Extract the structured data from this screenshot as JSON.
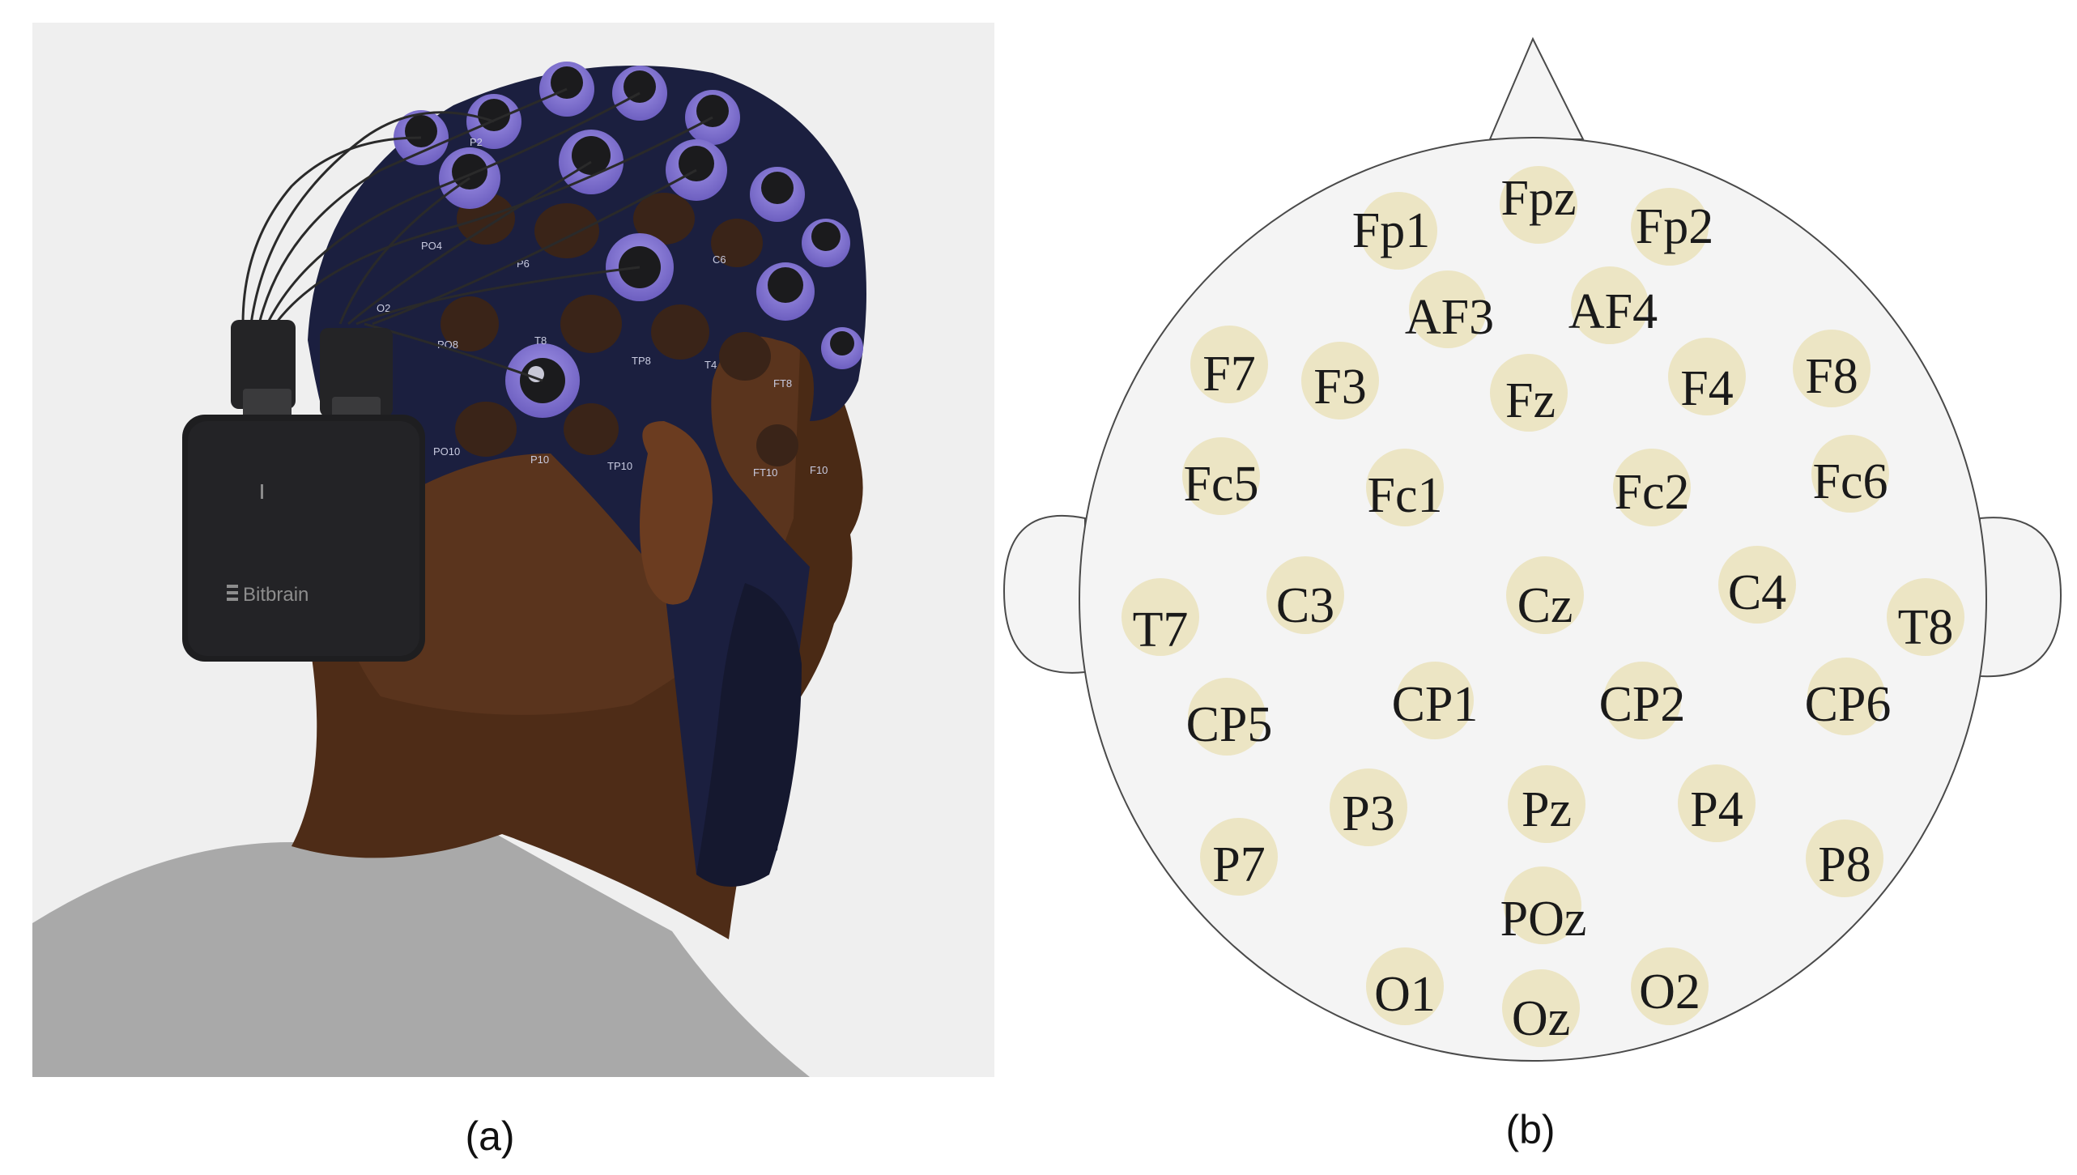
{
  "panels": {
    "a": {
      "label": "(a)",
      "device_brand": "Bitbrain"
    },
    "b": {
      "label": "(b)"
    }
  },
  "cap_labels": [
    "PO4",
    "P6",
    "C6",
    "PO8",
    "T8",
    "TP8",
    "T4",
    "FT8",
    "PO10",
    "P10",
    "TP10",
    "FT10",
    "F10",
    "P2",
    "O2"
  ],
  "colors": {
    "background": "#ffffff",
    "photo_background": "#efefef",
    "head_fill": "#f4f4f4",
    "head_outline": "#4a4a4a",
    "electrode_fill": "#ece5c4",
    "cap_fabric": "#1b1f3f",
    "cap_ring": "#8f80d8",
    "device_body": "#1e1e20",
    "skin": "#5a341d",
    "shirt": "#a6a6a6"
  },
  "electrodes": [
    {
      "label": "Fpz"
    },
    {
      "label": "Fp1"
    },
    {
      "label": "Fp2"
    },
    {
      "label": "AF3"
    },
    {
      "label": "AF4"
    },
    {
      "label": "F7"
    },
    {
      "label": "F3"
    },
    {
      "label": "Fz"
    },
    {
      "label": "F4"
    },
    {
      "label": "F8"
    },
    {
      "label": "Fc5"
    },
    {
      "label": "Fc1"
    },
    {
      "label": "Fc2"
    },
    {
      "label": "Fc6"
    },
    {
      "label": "T7"
    },
    {
      "label": "C3"
    },
    {
      "label": "Cz"
    },
    {
      "label": "C4"
    },
    {
      "label": "T8"
    },
    {
      "label": "CP5"
    },
    {
      "label": "CP1"
    },
    {
      "label": "CP2"
    },
    {
      "label": "CP6"
    },
    {
      "label": "P7"
    },
    {
      "label": "P3"
    },
    {
      "label": "Pz"
    },
    {
      "label": "P4"
    },
    {
      "label": "P8"
    },
    {
      "label": "POz"
    },
    {
      "label": "O1"
    },
    {
      "label": "Oz"
    },
    {
      "label": "O2"
    }
  ]
}
